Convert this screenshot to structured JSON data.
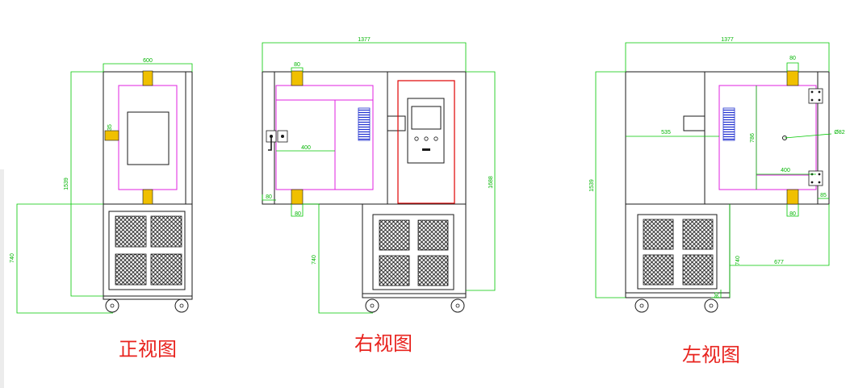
{
  "colors": {
    "outline": "#1a1a1a",
    "dimension": "#00c800",
    "chamber": "#e020e0",
    "door_panel": "#e00000",
    "heater": "#2030d0",
    "latch": "#f0c000",
    "label": "#e8231e"
  },
  "views": {
    "front": {
      "label": "正视图",
      "dims": {
        "width": "600",
        "height": "1539",
        "base": "740",
        "latch": "35"
      }
    },
    "right": {
      "label": "右视图",
      "dims": {
        "width": "1377",
        "latch_top": "80",
        "latch_bottom": "80",
        "shelf": "400",
        "door": "80",
        "height": "1688",
        "base": "740"
      }
    },
    "left": {
      "label": "左视图",
      "dims": {
        "width": "1377",
        "latch_top": "80",
        "latch_bottom": "80",
        "inner": "535",
        "height": "1539",
        "chamber_h": "786",
        "port": "Ø82",
        "shelf": "400",
        "door": "85",
        "base": "740",
        "depth": "677",
        "wheel": "80"
      }
    }
  }
}
